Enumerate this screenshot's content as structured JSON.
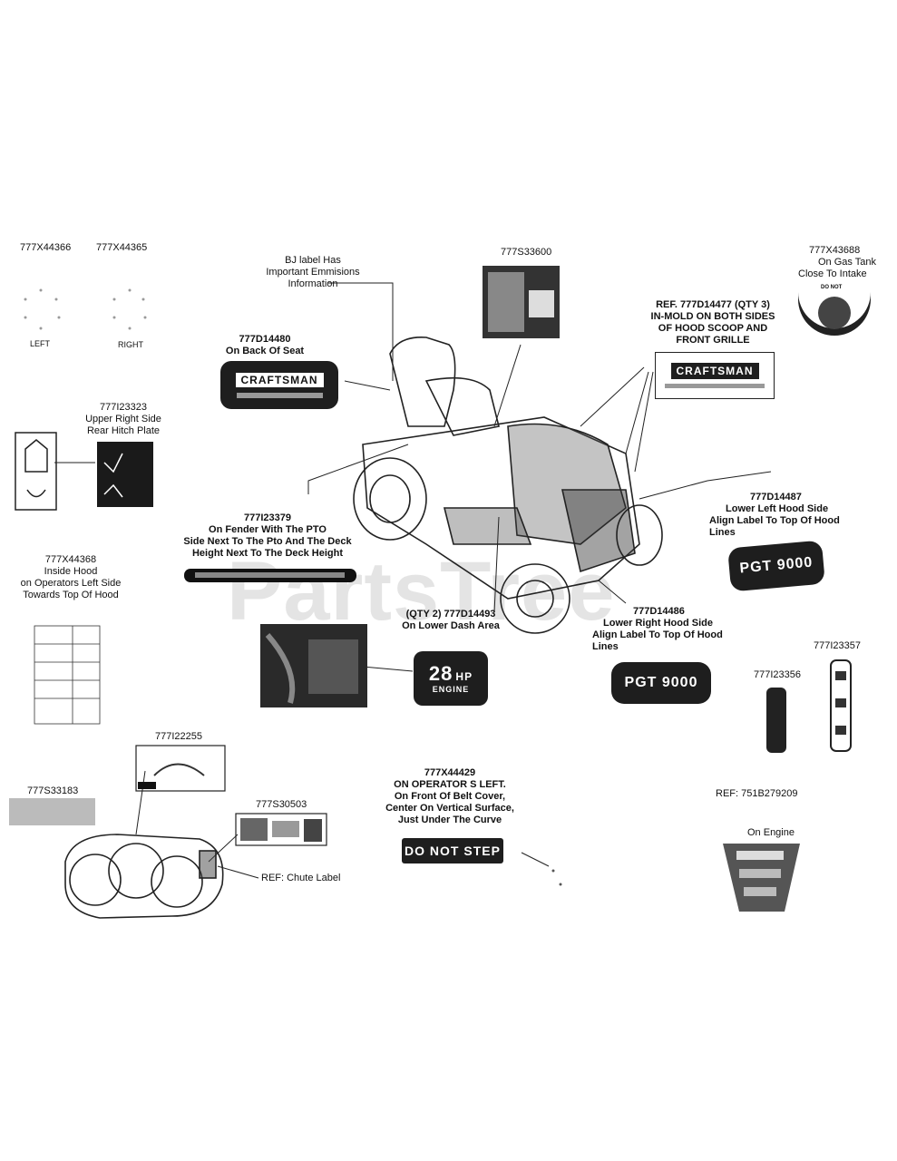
{
  "watermark": "PartsTree",
  "labels": {
    "p44366": "777X44366",
    "p44365": "777X44365",
    "left": "LEFT",
    "right": "RIGHT",
    "bj_note": [
      "BJ label Has",
      "Important Emmisions",
      "Information"
    ],
    "p33600": "777S33600",
    "p43688": [
      "777X43688",
      "On Gas Tank",
      "Close To Intake"
    ],
    "ref14477": [
      "REF. 777D14477 (QTY 3)",
      "IN-MOLD ON BOTH SIDES",
      "OF HOOD SCOOP AND",
      "FRONT GRILLE"
    ],
    "p14480": [
      "777D14480",
      "On Back Of Seat"
    ],
    "p23323": [
      "777I23323",
      "Upper Right Side",
      "Rear Hitch Plate"
    ],
    "p14487": [
      "777D14487",
      "Lower Left Hood Side",
      "Align Label To Top Of Hood",
      "Lines"
    ],
    "p23379": [
      "777I23379",
      "On Fender With The PTO",
      "Side Next To The Pto And The Deck",
      "Height Next To The Deck Height"
    ],
    "p44368": [
      "777X44368",
      "Inside Hood",
      "on Operators Left Side",
      "Towards Top Of Hood"
    ],
    "p14493": [
      "(QTY 2)  777D14493",
      "On Lower Dash Area"
    ],
    "p14486": [
      "777D14486",
      "Lower Right Hood Side",
      "Align Label To Top Of Hood",
      "Lines"
    ],
    "p23357": "777I23357",
    "p23356": "777I23356",
    "p22255": "777I22255",
    "p33183": "777S33183",
    "p30503": "777S30503",
    "chute": "REF: Chute Label",
    "p44429": [
      "777X44429",
      "ON OPERATOR S LEFT.",
      "On Front Of Belt Cover,",
      "Center On Vertical Surface,",
      "Just Under The Curve"
    ],
    "ref279209": "REF: 751B279209",
    "on_engine": "On Engine"
  },
  "decals": {
    "craftsman_seat": "CRAFTSMAN",
    "craftsman_hood": "CRAFTSMAN",
    "pgt_left": "PGT 9000",
    "pgt_right": "PGT 9000",
    "do_not_step": "DO NOT STEP",
    "engine_hp": "28",
    "engine_hp_unit": "HP",
    "engine_word": "ENGINE",
    "gas_do_not": "DO NOT"
  },
  "colors": {
    "ink": "#111111",
    "watermark": "#cfcfcf",
    "decal_dark": "#1e1e1e"
  }
}
